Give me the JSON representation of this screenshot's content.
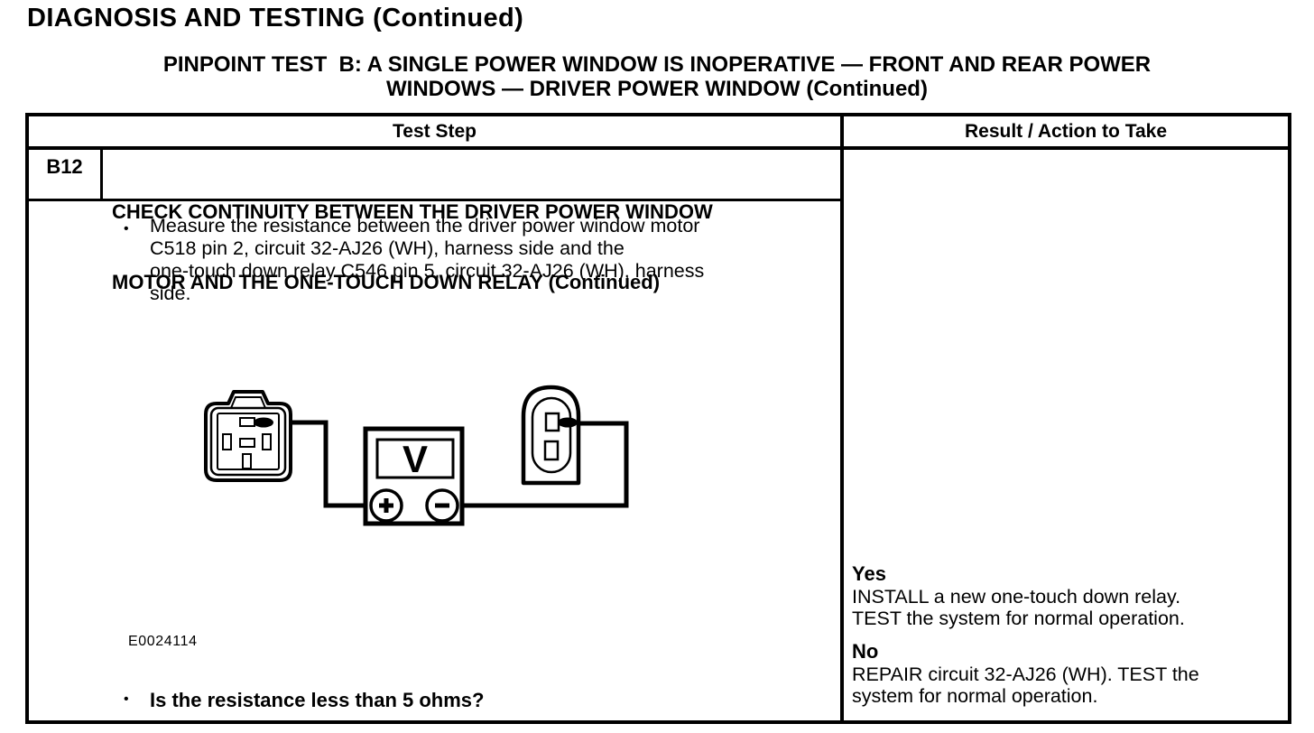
{
  "page": {
    "title": "DIAGNOSIS AND TESTING (Continued)",
    "subtitle_line1": "PINPOINT TEST  B: A SINGLE POWER WINDOW IS INOPERATIVE — FRONT AND REAR POWER",
    "subtitle_line2": "WINDOWS — DRIVER POWER WINDOW (Continued)"
  },
  "table": {
    "header": {
      "test_step": "Test Step",
      "result": "Result / Action to Take"
    },
    "step": {
      "id": "B12",
      "title_lines": [
        "CHECK CONTINUITY BETWEEN THE DRIVER POWER WINDOW",
        "MOTOR AND THE ONE-TOUCH DOWN RELAY (Continued)"
      ],
      "bullet": "•",
      "measure_lines": [
        "Measure the resistance between the driver power window motor",
        "C518 pin 2, circuit 32-AJ26 (WH), harness side and the",
        "one-touch down relay C546 pin 5, circuit 32-AJ26 (WH), harness",
        "side."
      ],
      "figure_id": "E0024114",
      "question": "Is the resistance less than 5 ohms?",
      "diagram": {
        "meter_label": "V",
        "plus_terminal": "+",
        "minus_terminal": "−",
        "left_connector": "driver-power-window-motor-connector-C518",
        "right_connector": "one-touch-down-relay-connector-C546"
      }
    },
    "result": {
      "yes_label": "Yes",
      "yes_lines": [
        "INSTALL a new one-touch down relay.",
        "TEST the system for normal operation."
      ],
      "no_label": "No",
      "no_lines": [
        "REPAIR circuit 32-AJ26 (WH). TEST the",
        "system for normal operation."
      ]
    }
  },
  "colors": {
    "ink": "#000000",
    "paper": "#ffffff"
  }
}
